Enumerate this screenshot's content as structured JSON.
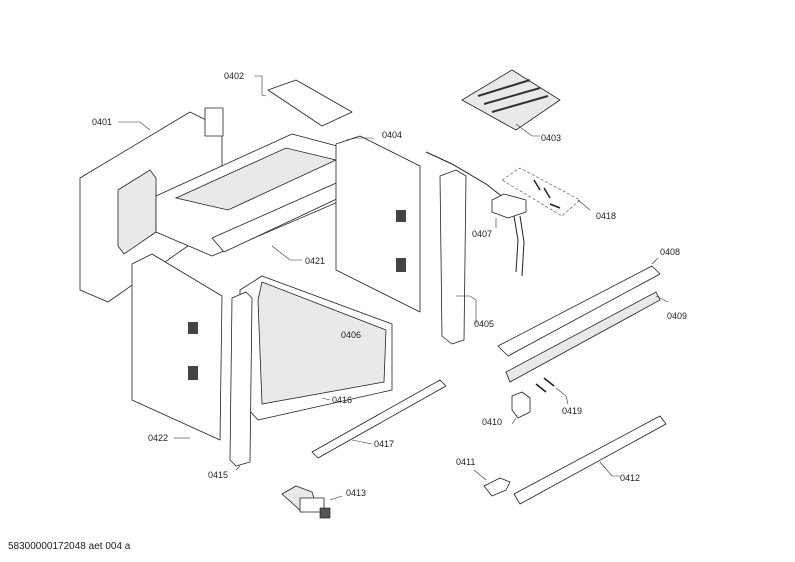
{
  "labels": {
    "p0401": "0401",
    "p0402": "0402",
    "p0403": "0403",
    "p0404": "0404",
    "p0405": "0405",
    "p0406": "0406",
    "p0407": "0407",
    "p0408": "0408",
    "p0409": "0409",
    "p0410": "0410",
    "p0411": "0411",
    "p0412": "0412",
    "p0413": "0413",
    "p0415": "0415",
    "p0416": "0416",
    "p0417": "0417",
    "p0418": "0418",
    "p0419": "0419",
    "p0421": "0421",
    "p0422": "0422"
  },
  "footer": "58300000172048 aet 004 a"
}
